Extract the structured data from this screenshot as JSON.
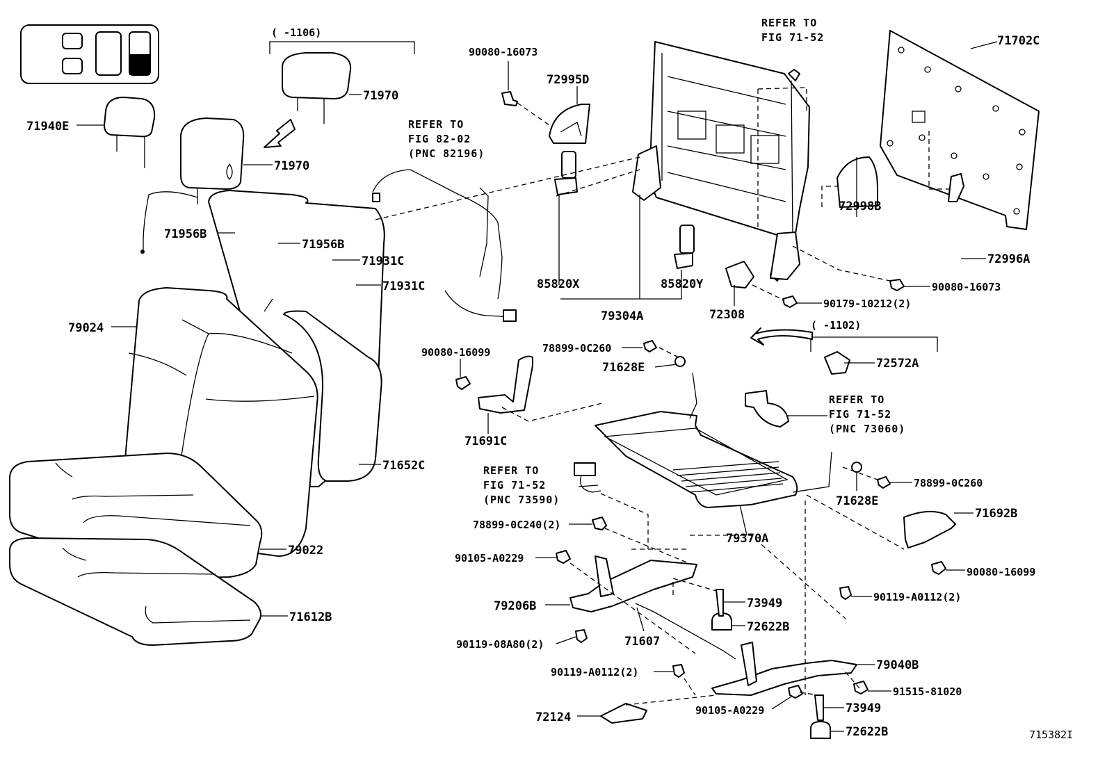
{
  "diagram_id": "715382I",
  "legend_icon": "seat-layout-icon",
  "date_ranges": {
    "headrest_top": "(    -1106)",
    "bracket_right": "(    -1102)"
  },
  "references": {
    "fig_82_02": [
      "REFER TO",
      "FIG 82-02",
      "(PNC 82196)"
    ],
    "fig_71_52_top": [
      "REFER TO",
      "FIG 71-52"
    ],
    "fig_71_52_belt": [
      "REFER TO",
      "FIG 71-52",
      "(PNC 73060)"
    ],
    "fig_71_52_buckle": [
      "REFER TO",
      "FIG 71-52",
      "(PNC 73590)"
    ]
  },
  "parts": {
    "p71940E": "71940E",
    "p71970_top": "71970",
    "p71970_mid": "71970",
    "p71956B_a": "71956B",
    "p71956B_b": "71956B",
    "p71931C_a": "71931C",
    "p71931C_b": "71931C",
    "p79024": "79024",
    "p71652C": "71652C",
    "p79022": "79022",
    "p71612B": "71612B",
    "p90080_16073_top": "90080-16073",
    "p72995D": "72995D",
    "p85820X": "85820X",
    "p85820Y": "85820Y",
    "p79304A": "79304A",
    "p72308": "72308",
    "p71702C": "71702C",
    "p72998B": "72998B",
    "p72996A": "72996A",
    "p90080_16073_right": "90080-16073",
    "p90179_10212": "90179-10212(2)",
    "p72572A": "72572A",
    "p78899_0C260_top": "78899-0C260",
    "p71628E_top": "71628E",
    "p90080_16099_left": "90080-16099",
    "p71691C": "71691C",
    "p71628E_right": "71628E",
    "p78899_0C260_right": "78899-0C260",
    "p71692B": "71692B",
    "p90080_16099_right": "90080-16099",
    "p79370A": "79370A",
    "p78899_0C240": "78899-0C240(2)",
    "p90105_A0229_left": "90105-A0229",
    "p79206B": "79206B",
    "p90119_08A80": "90119-08A80(2)",
    "p71607": "71607",
    "p73949_mid": "73949",
    "p72622B_mid": "72622B",
    "p90119_A0112_right": "90119-A0112(2)",
    "p79040B": "79040B",
    "p90119_A0112_left": "90119-A0112(2)",
    "p91515_81020": "91515-81020",
    "p72124": "72124",
    "p90105_A0229_bottom": "90105-A0229",
    "p73949_bottom": "73949",
    "p72622B_bottom": "72622B"
  }
}
